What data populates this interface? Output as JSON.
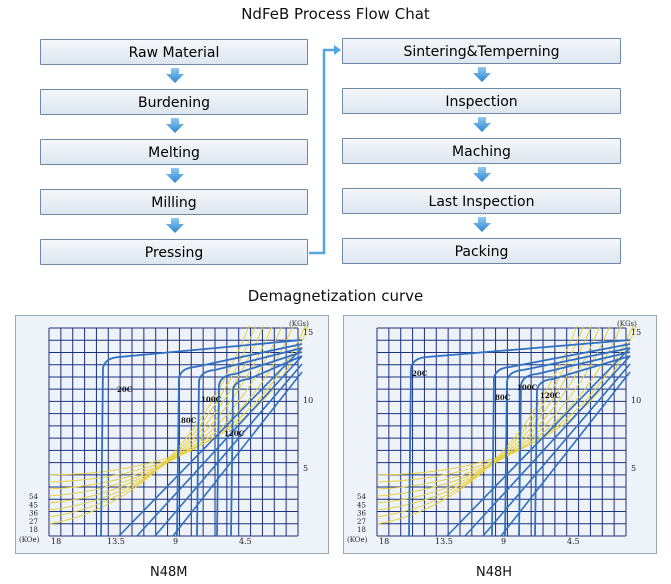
{
  "page": {
    "flow_title": "NdFeB Process Flow Chat",
    "curve_title": "Demagnetization curve"
  },
  "flow": {
    "left": [
      "Raw Material",
      "Burdening",
      "Melting",
      "Milling",
      "Pressing"
    ],
    "right": [
      "Sintering&Temperning",
      "Inspection",
      "Maching",
      "Last Inspection",
      "Packing"
    ]
  },
  "colors": {
    "box_border": "#6f8aa6",
    "arrow": "#3a96d8",
    "connector": "#52a7e0",
    "grid": "#1c2f7a",
    "curve_blue": "#2f6fc2",
    "curve_yellow": "#e8cf3c"
  },
  "charts": [
    {
      "name": "N48M",
      "x_unit": "(KOe)",
      "y_unit": "(KGs)",
      "x_ticks": [
        "18",
        "13.5",
        "9",
        "4.5"
      ],
      "y_ticks": [
        "15",
        "10",
        "5"
      ],
      "bh_ticks": [
        "54",
        "45",
        "36",
        "27",
        "18"
      ],
      "temps": [
        "20C",
        "80C",
        "100C",
        "120C"
      ]
    },
    {
      "name": "N48H",
      "x_unit": "(KOe)",
      "y_unit": "(KGs)",
      "x_ticks": [
        "18",
        "13.5",
        "9",
        "4.5"
      ],
      "y_ticks": [
        "15",
        "10",
        "5"
      ],
      "bh_ticks": [
        "54",
        "45",
        "36",
        "27",
        "18"
      ],
      "temps": [
        "20C",
        "80C",
        "100C",
        "120C"
      ]
    }
  ]
}
